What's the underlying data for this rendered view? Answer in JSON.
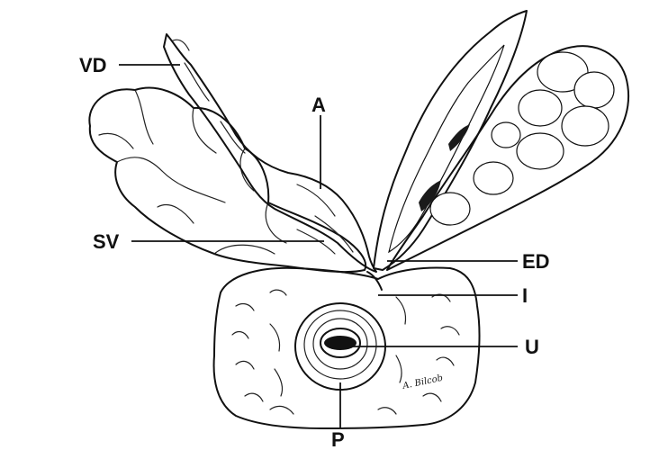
{
  "labels": {
    "vd": "VD",
    "a": "A",
    "sv": "SV",
    "ed": "ED",
    "i": "I",
    "u": "U",
    "p": "P"
  },
  "signature": "A. Bilcob"
}
